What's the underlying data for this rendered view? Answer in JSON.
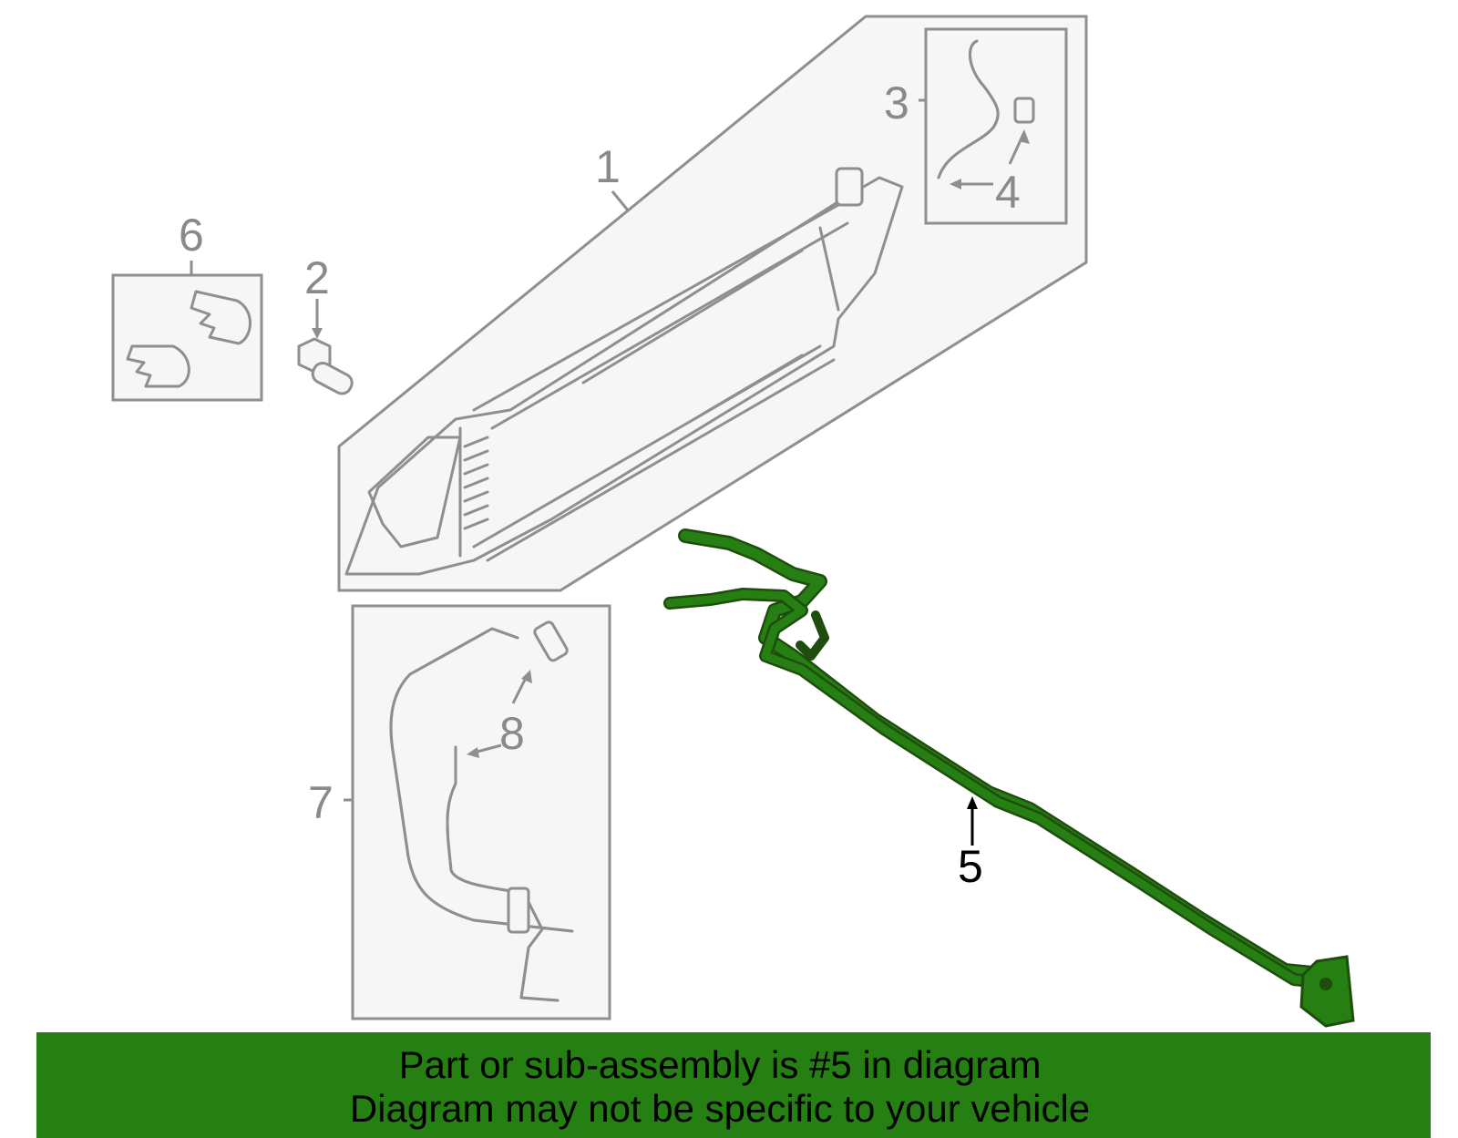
{
  "callouts": {
    "c1": "1",
    "c2": "2",
    "c3": "3",
    "c4": "4",
    "c5": "5",
    "c6": "6",
    "c7": "7",
    "c8": "8"
  },
  "banner": {
    "line1": "Part or sub-assembly is #5 in diagram",
    "line2": "Diagram may not be specific to your vehicle"
  },
  "colors": {
    "highlight": "#257f12",
    "banner": "#257f12",
    "lineart": "#8f8f8f",
    "panel_fill": "#f6f6f6"
  },
  "highlighted_part": "5"
}
